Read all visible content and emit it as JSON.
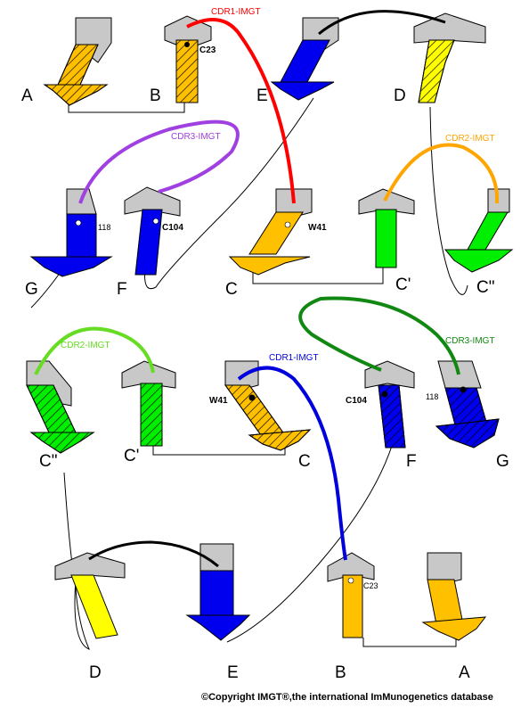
{
  "strand_labels": {
    "top": {
      "A": "A",
      "B": "B",
      "E": "E",
      "D": "D",
      "G": "G",
      "F": "F",
      "C": "C",
      "Cp": "C'",
      "Cpp": "C\""
    },
    "bottom": {
      "Cpp": "C\"",
      "Cp": "C'",
      "C": "C",
      "F": "F",
      "G": "G",
      "D": "D",
      "E": "E",
      "B": "B",
      "A": "A"
    }
  },
  "cdr_labels": {
    "top_cdr1": "CDR1-IMGT",
    "top_cdr3": "CDR3-IMGT",
    "top_cdr2": "CDR2-IMGT",
    "bottom_cdr2": "CDR2-IMGT",
    "bottom_cdr1": "CDR1-IMGT",
    "bottom_cdr3": "CDR3-IMGT"
  },
  "residues": {
    "top_C23": "C23",
    "top_118": "118",
    "top_C104": "C104",
    "top_W41": "W41",
    "bottom_W41": "W41",
    "bottom_C104": "C104",
    "bottom_118": "118",
    "bottom_C23": "C23"
  },
  "colors": {
    "orange": "#ffc000",
    "blue": "#0000ee",
    "yellow": "#ffff00",
    "green": "#00ee00",
    "grey": "#c8c8c8",
    "cdr1_top": "#ff0000",
    "cdr3_top": "#a040e0",
    "cdr2_top": "#ffa500",
    "cdr2_bottom": "#66dd22",
    "cdr1_bottom": "#0000dd",
    "cdr3_bottom": "#118811",
    "loop": "#000000"
  },
  "copyright": "©Copyright IMGT®,the international ImMunogenetics database"
}
